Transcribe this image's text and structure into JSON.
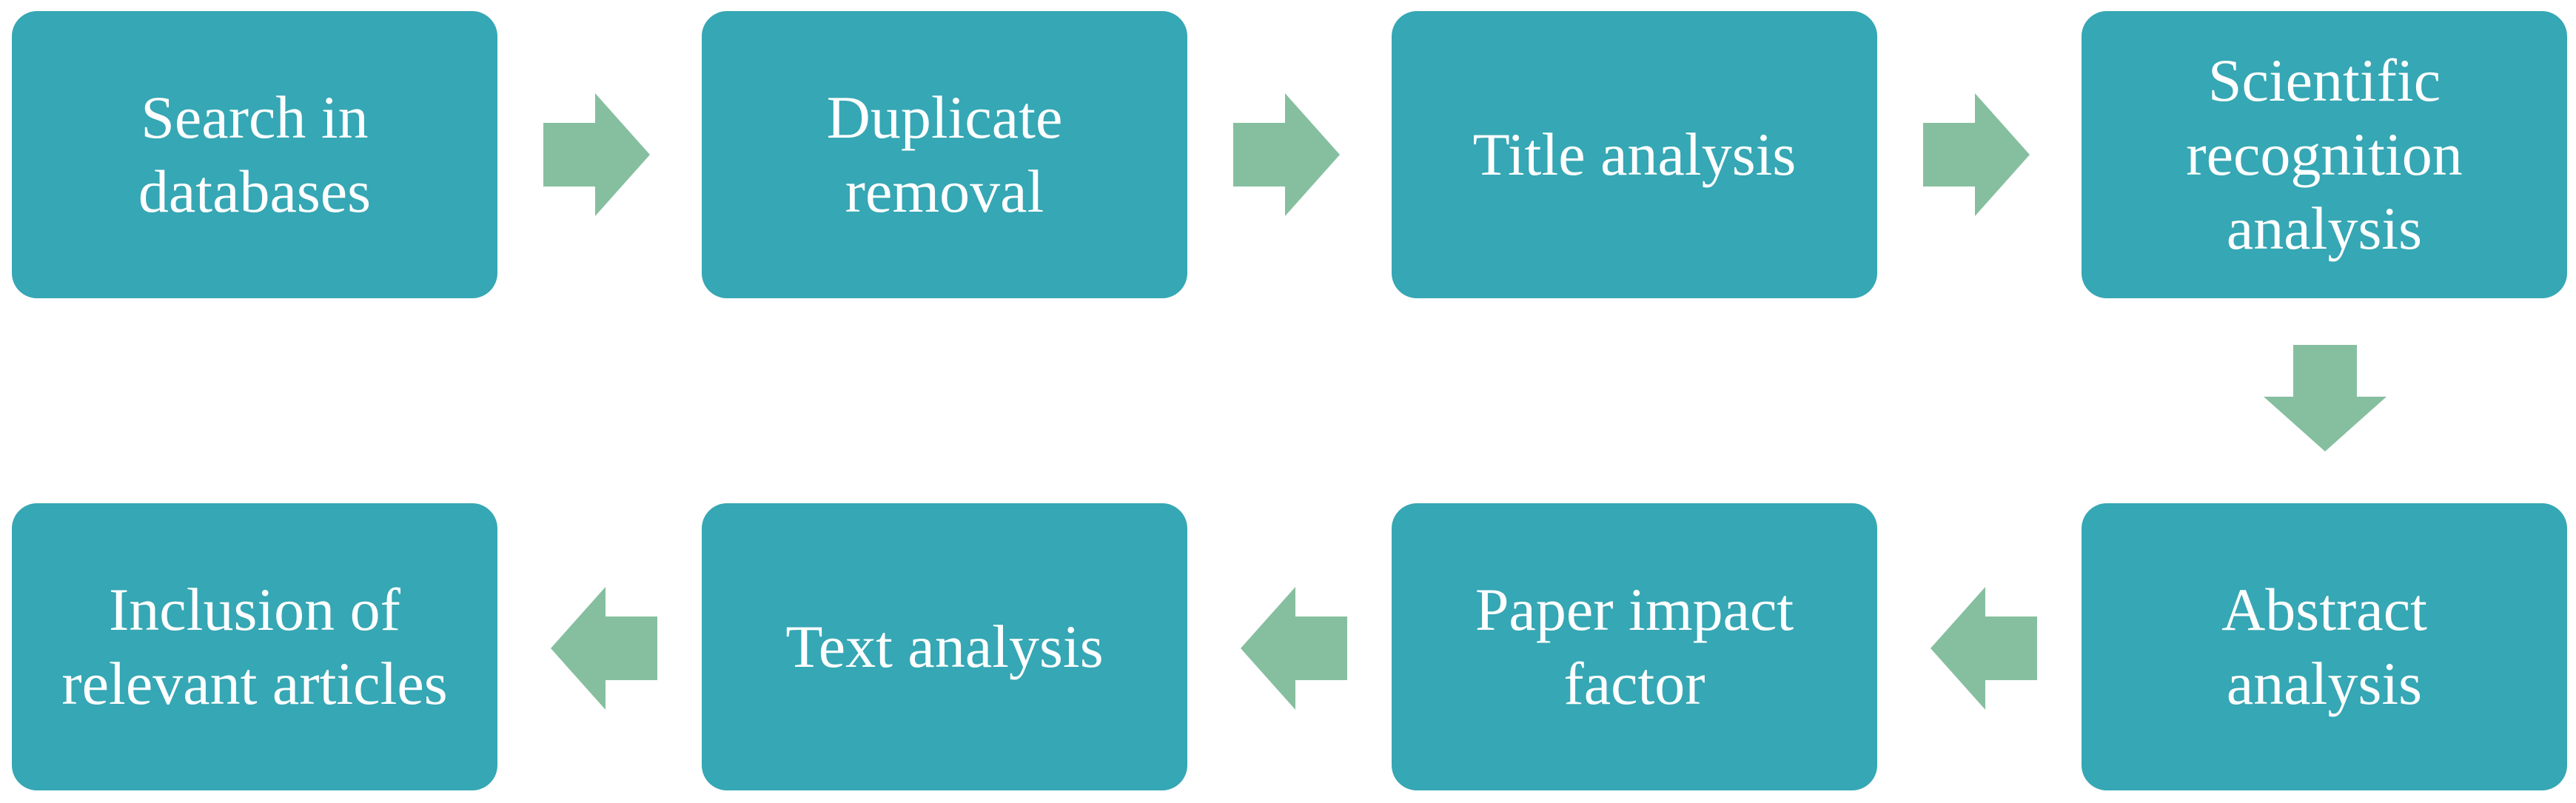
{
  "diagram": {
    "steps": [
      {
        "line1": "Search in",
        "line2": "databases",
        "line3": ""
      },
      {
        "line1": "Duplicate",
        "line2": "removal",
        "line3": ""
      },
      {
        "line1": "Title analysis",
        "line2": "",
        "line3": ""
      },
      {
        "line1": "Scientific",
        "line2": "recognition",
        "line3": "analysis"
      },
      {
        "line1": "Abstract",
        "line2": "analysis",
        "line3": ""
      },
      {
        "line1": "Paper impact",
        "line2": "factor",
        "line3": ""
      },
      {
        "line1": "Text analysis",
        "line2": "",
        "line3": ""
      },
      {
        "line1": "Inclusion of",
        "line2": "relevant articles",
        "line3": ""
      }
    ],
    "colors": {
      "box_fill": "#36a7b4",
      "box_text": "#ffffff",
      "arrow_fill": "#86bf9f",
      "background": "#ffffff"
    },
    "arrows": [
      {
        "direction": "right",
        "icon": "arrow-right-icon"
      },
      {
        "direction": "right",
        "icon": "arrow-right-icon"
      },
      {
        "direction": "right",
        "icon": "arrow-right-icon"
      },
      {
        "direction": "down",
        "icon": "arrow-down-icon"
      },
      {
        "direction": "left",
        "icon": "arrow-left-icon"
      },
      {
        "direction": "left",
        "icon": "arrow-left-icon"
      },
      {
        "direction": "left",
        "icon": "arrow-left-icon"
      }
    ]
  }
}
